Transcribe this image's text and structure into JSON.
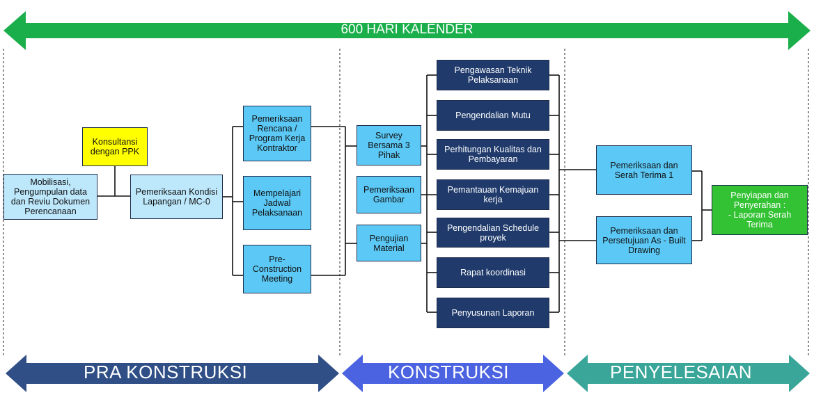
{
  "timeline": {
    "label": "600 HARI KALENDER",
    "color": "#1aaf4b"
  },
  "phases": [
    {
      "label": "PRA KONSTRUKSI",
      "color": "#2f4f86"
    },
    {
      "label": "KONSTRUKSI",
      "color": "#4b63e0"
    },
    {
      "label": "PENYELESAIAN",
      "color": "#3aa69a"
    }
  ],
  "boxes": {
    "mobilisasi": "Mobilisasi,\nPengumpulan data\ndan Reviu Dokumen\nPerencanaan",
    "konsultansi": "Konsultansi\ndengan PPK",
    "pemeriksaan_kondisi": "Pemeriksaan Kondisi\nLapangan / MC-0",
    "pemeriksaan_rencana": "Pemeriksaan\nRencana /\nProgram Kerja\nKontraktor",
    "mempelajari_jadwal": "Mempelajari\nJadwal\nPelaksanaan",
    "pre_construction": "Pre-\nConstruction\nMeeting",
    "survey": "Survey\nBersama 3\nPihak",
    "pemeriksaan_gambar": "Pemeriksaan\nGambar",
    "pengujian_material": "Pengujian\nMaterial",
    "pengawasan_teknik": "Pengawasan Teknik\nPelaksanaan",
    "pengendalian_mutu": "Pengendalian Mutu",
    "perhitungan": "Perhitungan Kualitas dan\nPembayaran",
    "pemantauan": "Pemantauan Kemajuan\nkerja",
    "pengendalian_schedule": "Pengendalian Schedule\nproyek",
    "rapat": "Rapat koordinasi",
    "penyusunan_laporan": "Penyusunan Laporan",
    "serah_terima": "Pemeriksaan dan\nSerah Terima 1",
    "as_built": "Pemeriksaan dan\nPersetujuan As - Built\nDrawing",
    "penyiapan": "Penyiapan dan\nPenyerahan :\n- Laporan Serah\nTerima"
  }
}
